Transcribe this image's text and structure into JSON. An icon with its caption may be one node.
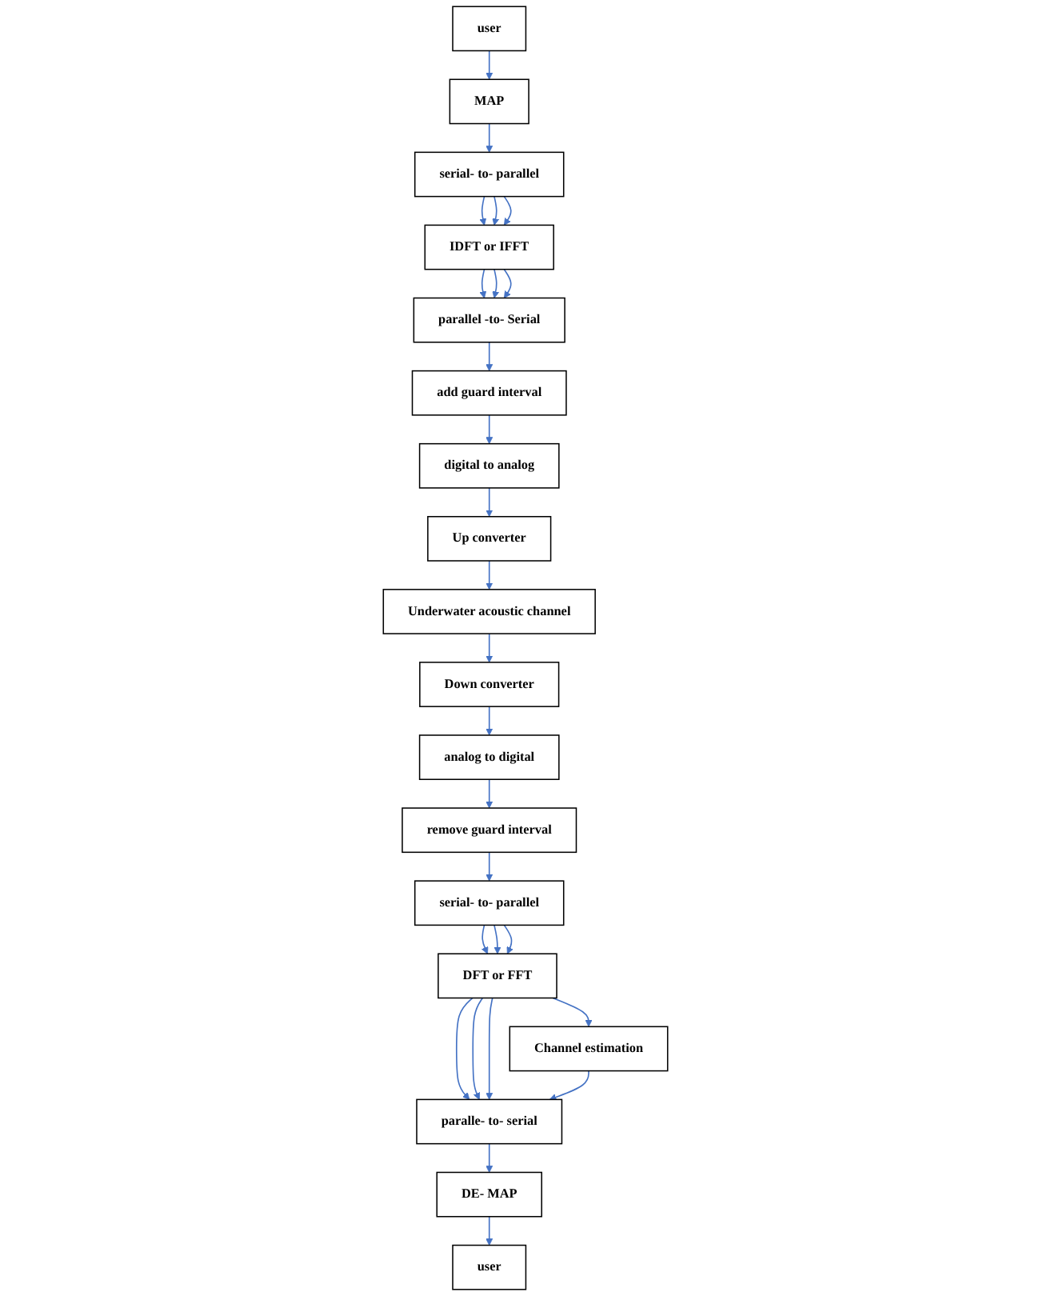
{
  "diagram": {
    "nodes": [
      {
        "text": [
          "IDFT or IFFT"
        ]
      },
      {
        "text": [
          "serial- to- parallel"
        ]
      },
      {
        "text": [
          "MAP"
        ]
      },
      {
        "text": [
          "user"
        ]
      },
      {
        "text": [
          "parallel -to- Serial"
        ]
      },
      {
        "text": [
          "add guard interval"
        ]
      },
      {
        "text": [
          "digital to analog"
        ]
      },
      {
        "text": [
          "Up converter"
        ]
      },
      {
        "text": [
          "Underwater acoustic channel"
        ]
      },
      {
        "text": [
          "serial- to- parallel"
        ]
      },
      {
        "text": [
          "remove guard interval"
        ]
      },
      {
        "text": [
          "analog to digital"
        ]
      },
      {
        "text": [
          "Down converter"
        ]
      },
      {
        "text": [
          "DFT or FFT"
        ]
      },
      {
        "text": [
          "paralle- to- serial"
        ]
      },
      {
        "text": [
          "DE- MAP"
        ]
      },
      {
        "text": [
          "user"
        ]
      },
      {
        "text": [
          "Channel estimation"
        ]
      }
    ],
    "edges": [
      {
        "from": 3,
        "to": 2,
        "arrow": "to"
      },
      {
        "from": 2,
        "to": 1,
        "arrow": "to"
      },
      {
        "from": 1,
        "to": 0,
        "arrow": "to"
      },
      {
        "from": 1,
        "to": 0,
        "arrow": "to"
      },
      {
        "from": 1,
        "to": 0,
        "arrow": "to"
      },
      {
        "from": 0,
        "to": 4,
        "arrow": "to"
      },
      {
        "from": 0,
        "to": 4,
        "arrow": "to"
      },
      {
        "from": 0,
        "to": 4,
        "arrow": "to"
      },
      {
        "from": 4,
        "to": 5,
        "arrow": "to"
      },
      {
        "from": 5,
        "to": 6,
        "arrow": "to"
      },
      {
        "from": 6,
        "to": 7,
        "arrow": "to"
      },
      {
        "from": 7,
        "to": 8,
        "arrow": "to"
      },
      {
        "from": 8,
        "to": 12,
        "arrow": "to"
      },
      {
        "from": 12,
        "to": 11,
        "arrow": "to"
      },
      {
        "from": 11,
        "to": 10,
        "arrow": "to"
      },
      {
        "from": 10,
        "to": 9,
        "arrow": "to"
      },
      {
        "from": 9,
        "to": 13,
        "arrow": "to"
      },
      {
        "from": 9,
        "to": 13,
        "arrow": "to"
      },
      {
        "from": 9,
        "to": 13,
        "arrow": "to"
      },
      {
        "from": 13,
        "to": 14,
        "arrow": "to"
      },
      {
        "from": 13,
        "to": 14,
        "arrow": "to"
      },
      {
        "from": 13,
        "to": 14,
        "arrow": "to"
      },
      {
        "from": 14,
        "to": 15,
        "arrow": "to"
      },
      {
        "from": 15,
        "to": 16,
        "arrow": "to"
      },
      {
        "from": 13,
        "to": 17,
        "arrow": "to"
      },
      {
        "from": 17,
        "to": 14,
        "arrow": "to"
      }
    ]
  }
}
